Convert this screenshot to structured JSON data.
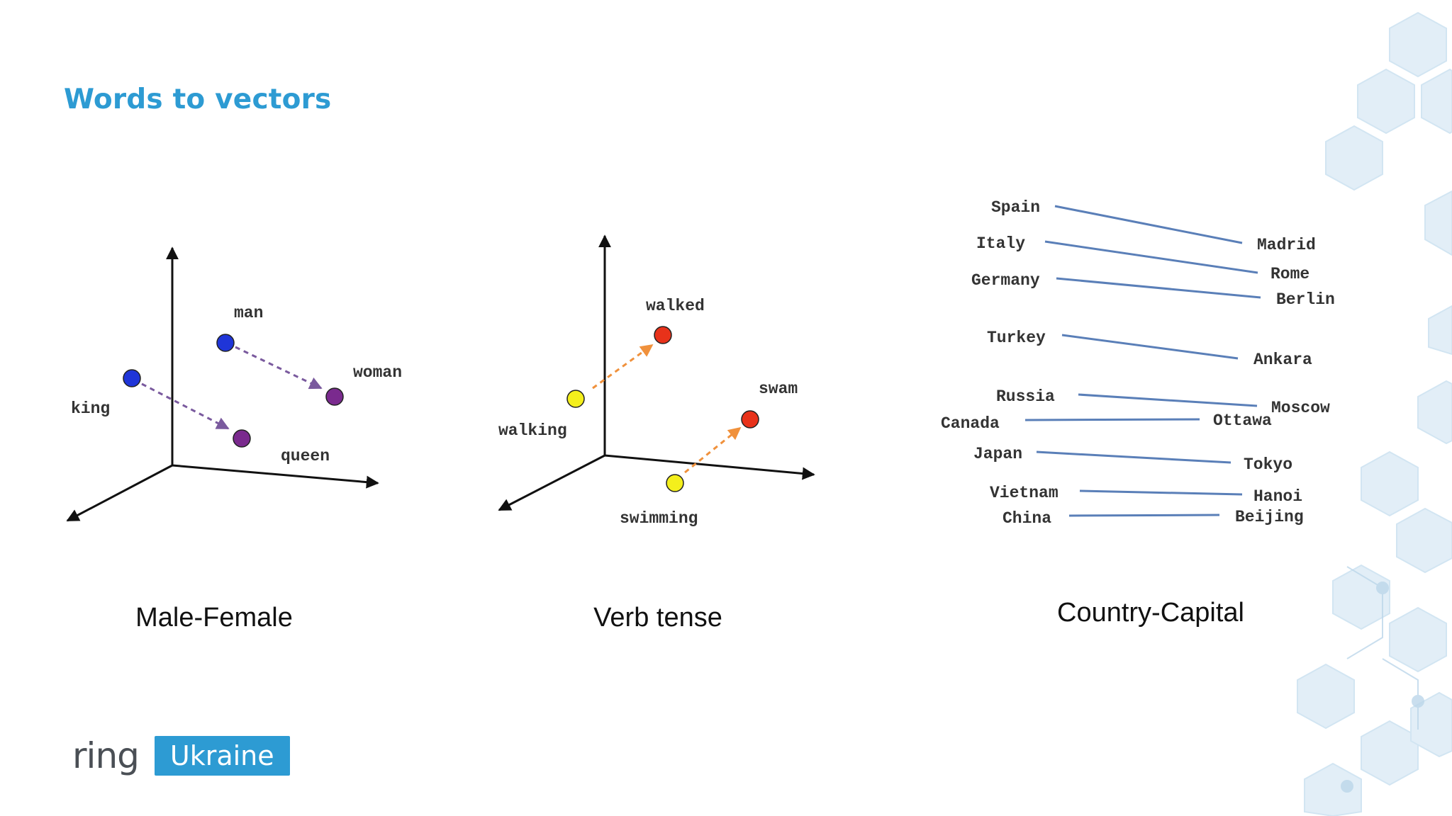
{
  "title": "Words to vectors",
  "panels": {
    "male_female": {
      "caption": "Male-Female",
      "words": {
        "man": "man",
        "woman": "woman",
        "king": "king",
        "queen": "queen"
      }
    },
    "verb_tense": {
      "caption": "Verb tense",
      "words": {
        "walked": "walked",
        "walking": "walking",
        "swam": "swam",
        "swimming": "swimming"
      }
    },
    "country_capital": {
      "caption": "Country-Capital",
      "pairs": [
        {
          "country": "Spain",
          "capital": "Madrid"
        },
        {
          "country": "Italy",
          "capital": "Rome"
        },
        {
          "country": "Germany",
          "capital": "Berlin"
        },
        {
          "country": "Turkey",
          "capital": "Ankara"
        },
        {
          "country": "Russia",
          "capital": "Moscow"
        },
        {
          "country": "Canada",
          "capital": "Ottawa"
        },
        {
          "country": "Japan",
          "capital": "Tokyo"
        },
        {
          "country": "Vietnam",
          "capital": "Hanoi"
        },
        {
          "country": "China",
          "capital": "Beijing"
        }
      ]
    }
  },
  "logo": {
    "wordmark": "ring",
    "badge": "Ukraine"
  },
  "colors": {
    "accent": "#2d9bd3",
    "point_blue": "#1f35d8",
    "point_purple": "#7a2a8e",
    "point_yellow": "#f4ef1c",
    "point_red": "#e8321a",
    "arrow_purple": "#7a5a9e",
    "arrow_orange": "#f0913c",
    "link_line": "#5a7fb8",
    "hexagon": "#cfe4f2"
  }
}
